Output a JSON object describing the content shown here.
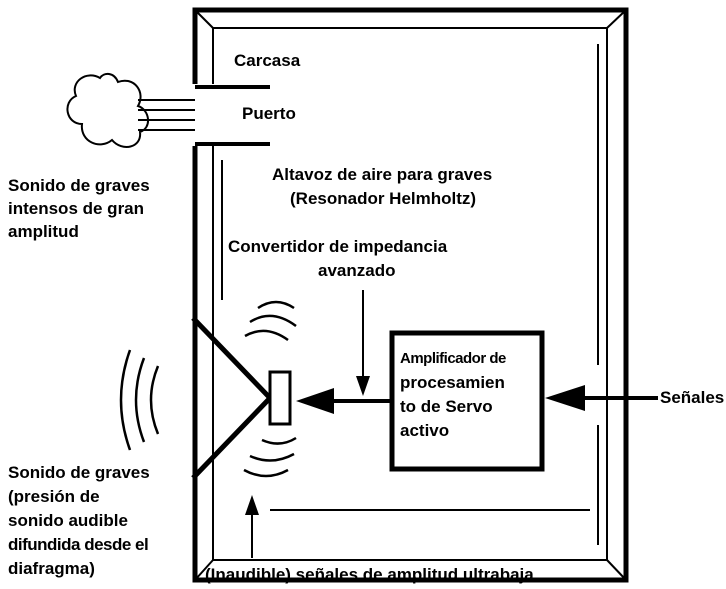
{
  "labels": {
    "housing": "Carcasa",
    "port": "Puerto",
    "resonator_line1": "Altavoz de aire para graves",
    "resonator_line2": "(Resonador Helmholtz)",
    "port_sound_line1": "Sonido de graves",
    "port_sound_line2": "intensos de gran",
    "port_sound_line3": "amplitud",
    "converter_line1": "Convertidor de impedancia",
    "converter_line2": "avanzado",
    "amp_line1": "Amplificador de",
    "amp_line2": "procesamien",
    "amp_line3": "to de Servo",
    "amp_line4": "activo",
    "signals": "Señales",
    "diaphragm_sound_line1": "Sonido de graves",
    "diaphragm_sound_line2": "(presión de",
    "diaphragm_sound_line3": "sonido audible",
    "diaphragm_sound_line4": "difundida desde el",
    "diaphragm_sound_line5": "diafragma)",
    "inaudible": "(Inaudible) señales de amplitud ultrabaja"
  },
  "icons": {
    "air_puff": "cloud-icon",
    "sound_waves": "sound-wave-icon",
    "arrow": "arrow-icon"
  },
  "colors": {
    "stroke": "#000000",
    "background": "#ffffff"
  }
}
